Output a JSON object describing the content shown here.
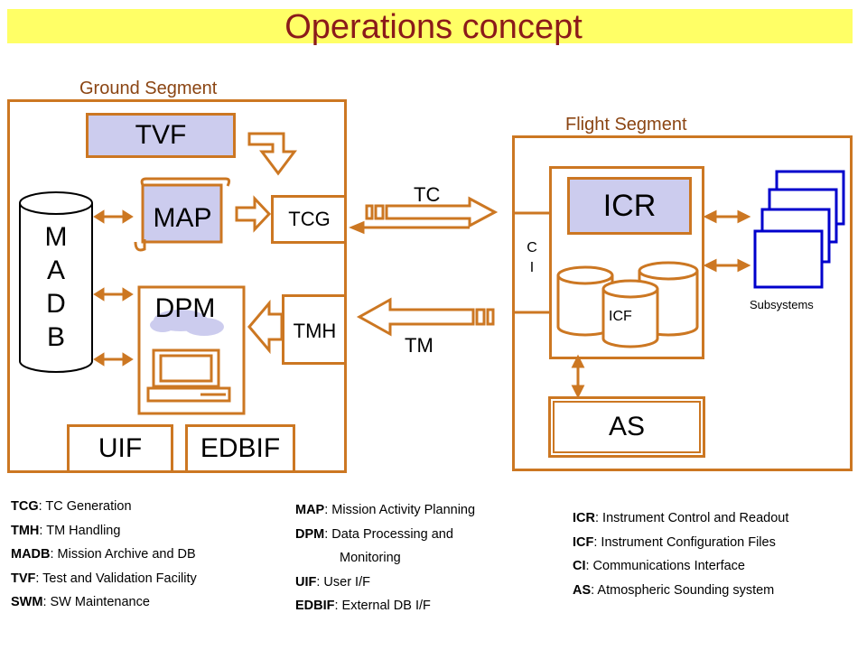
{
  "title": "Operations concept",
  "ground_segment": {
    "label": "Ground Segment",
    "tvf": "TVF",
    "map": "MAP",
    "tcg": "TCG",
    "dpm": "DPM",
    "tmh": "TMH",
    "uif": "UIF",
    "edbif": "EDBIF",
    "madb_letters": [
      "M",
      "A",
      "D",
      "B"
    ]
  },
  "links": {
    "tc": "TC",
    "tm": "TM"
  },
  "flight_segment": {
    "label": "Flight Segment",
    "icr": "ICR",
    "ci_letters": [
      "C",
      "I"
    ],
    "icf": "ICF",
    "as": "AS",
    "subsystems": "Subsystems"
  },
  "legend": {
    "col1": [
      {
        "abbr": "TCG",
        "text": ": TC Generation"
      },
      {
        "abbr": "TMH",
        "text": ": TM Handling"
      },
      {
        "abbr": "MADB",
        "text": ": Mission Archive and DB"
      },
      {
        "abbr": "TVF",
        "text": ": Test and Validation Facility"
      },
      {
        "abbr": "SWM",
        "text": ": SW Maintenance"
      }
    ],
    "col2": [
      {
        "abbr": "MAP",
        "text": ": Mission Activity Planning"
      },
      {
        "abbr": "DPM",
        "text": ": Data Processing and"
      },
      {
        "abbr": "",
        "text": "Monitoring"
      },
      {
        "abbr": "UIF",
        "text": ": User I/F"
      },
      {
        "abbr": "EDBIF",
        "text": ": External DB I/F"
      }
    ],
    "col3": [
      {
        "abbr": "ICR",
        "text": ": Instrument  Control and Readout"
      },
      {
        "abbr": "ICF",
        "text": ": Instrument Configuration Files"
      },
      {
        "abbr": "CI",
        "text": ": Communications Interface"
      },
      {
        "abbr": "AS",
        "text": ": Atmospheric Sounding system"
      }
    ]
  }
}
